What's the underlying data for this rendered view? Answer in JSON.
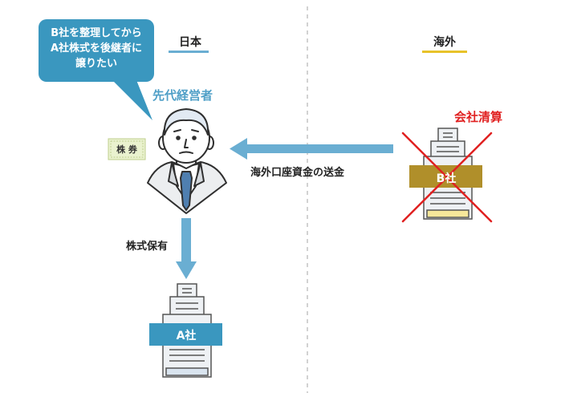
{
  "regions": {
    "japan": "日本",
    "overseas": "海外"
  },
  "bubble": {
    "lines": [
      "B社を整理してから",
      "A社株式を後継者に",
      "譲りたい"
    ]
  },
  "predecessor": {
    "label": "先代経営者"
  },
  "certificate": {
    "label": "株 券"
  },
  "liquidation": {
    "label": "会社清算"
  },
  "remittance": {
    "label": "海外口座資金の送金"
  },
  "shareholding": {
    "label": "株式保有"
  },
  "company_b": {
    "label": "B社"
  },
  "company_a": {
    "label": "A社"
  },
  "colors": {
    "accent_blue": "#4f9fc7",
    "bubble_blue": "#3a97bf",
    "japan_underline": "#6aaed2",
    "overseas_underline": "#e8c22a",
    "gold_band": "#b08f2a",
    "liquidation_red": "#e02121",
    "certificate_green": "#eaf2cf"
  }
}
